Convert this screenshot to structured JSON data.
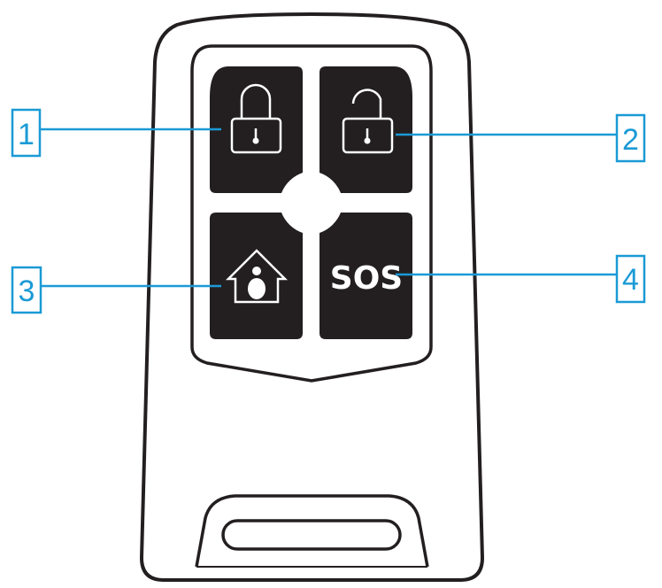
{
  "diagram": {
    "subject": "remote-key-fob",
    "callouts": [
      {
        "label": "1",
        "target": "lock-button"
      },
      {
        "label": "2",
        "target": "unlock-button"
      },
      {
        "label": "3",
        "target": "home-button"
      },
      {
        "label": "4",
        "target": "sos-button"
      }
    ],
    "sos_text": "SOS",
    "colors": {
      "outline": "#231f20",
      "button": "#231f20",
      "callout": "#1a9ad6"
    }
  }
}
